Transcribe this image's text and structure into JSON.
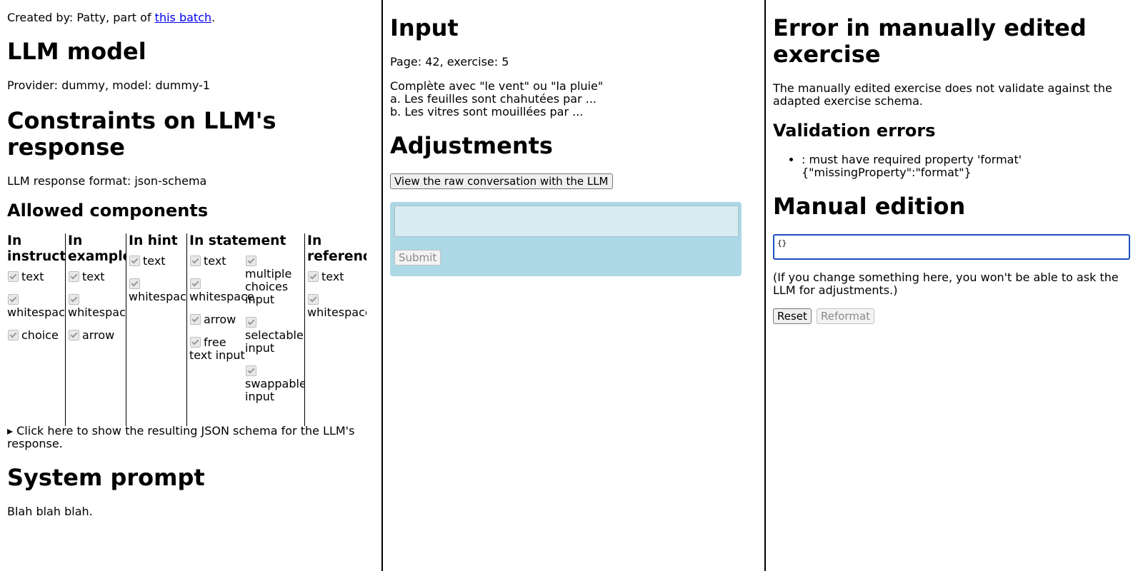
{
  "left": {
    "created_by_prefix": "Created by: Patty, part of ",
    "created_by_link": "this batch",
    "created_by_suffix": ".",
    "llm_model_heading": "LLM model",
    "provider_text": "Provider: dummy, model: dummy-1",
    "constraints_heading": "Constraints on LLM's response",
    "response_format_text": "LLM response format: json-schema",
    "allowed_components_heading": "Allowed components",
    "components": {
      "instructions": {
        "title": "In instructions",
        "items": [
          "text",
          "whitespace",
          "choice"
        ]
      },
      "examples": {
        "title": "In examples",
        "items": [
          "text",
          "whitespace",
          "arrow"
        ]
      },
      "hint": {
        "title": "In hint",
        "items": [
          "text",
          "whitespace"
        ]
      },
      "statement": {
        "title": "In statement",
        "items_a": [
          "text",
          "whitespace",
          "arrow",
          "free text input"
        ],
        "items_b": [
          "multiple choices input",
          "selectable input",
          "swappable input"
        ]
      },
      "reference": {
        "title": "In reference",
        "items": [
          "text",
          "whitespace"
        ]
      }
    },
    "schema_toggle": "Click here to show the resulting JSON schema for the LLM's response.",
    "system_prompt_heading": "System prompt",
    "system_prompt_text": "Blah blah blah."
  },
  "middle": {
    "input_heading": "Input",
    "page_exercise": "Page: 42, exercise: 5",
    "exercise_line1": "Complète avec \"le vent\" ou \"la pluie\"",
    "exercise_line2": "a. Les feuilles sont chahutées par ...",
    "exercise_line3": "b. Les vitres sont mouillées par ...",
    "adjustments_heading": "Adjustments",
    "view_raw_button": "View the raw conversation with the LLM",
    "adjustment_input_value": "",
    "submit_button": "Submit"
  },
  "right": {
    "error_heading": "Error in manually edited exercise",
    "error_text": "The manually edited exercise does not validate against the adapted exercise schema.",
    "validation_heading": "Validation errors",
    "validation_error_line1": ": must have required property 'format'",
    "validation_error_line2": "{\"missingProperty\":\"format\"}",
    "manual_heading": "Manual edition",
    "manual_value": "{}",
    "manual_note": "(If you change something here, you won't be able to ask the LLM for adjustments.)",
    "reset_button": "Reset",
    "reformat_button": "Reformat"
  },
  "colors": {
    "link": "#0000ee",
    "adjust_box_bg": "#add8e6",
    "focus_border": "#1e4fbf"
  },
  "icons": {
    "checkbox": "checked-disabled-checkbox",
    "summary_marker": "triangle-right-icon"
  }
}
